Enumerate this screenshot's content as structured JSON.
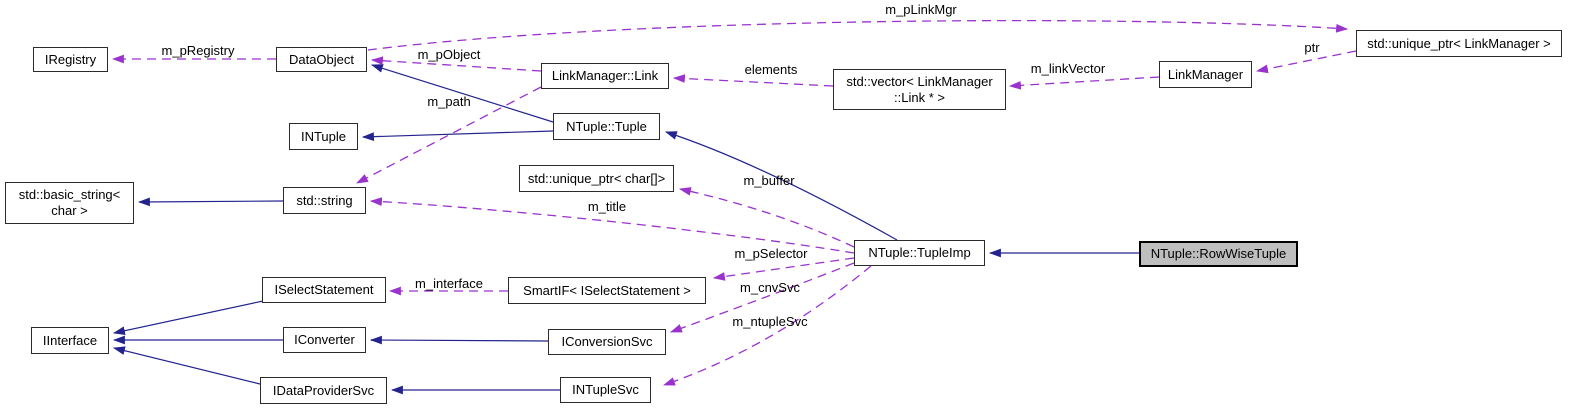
{
  "diagram_type": "doxygen-collaboration-graph",
  "colors": {
    "inheritance_edge": "#24248f",
    "usage_edge": "#9a32cd",
    "node_fill": "#ffffff",
    "focus_node_fill": "#bebebe",
    "node_border": "#000000",
    "background": "#ffffff"
  },
  "nodes": {
    "iregistry": {
      "label": "IRegistry"
    },
    "dataobject": {
      "label": "DataObject"
    },
    "linkmanager_link": {
      "label": "LinkManager::Link"
    },
    "vector_link": {
      "line1": "std::vector< LinkManager",
      "line2": "::Link * >"
    },
    "linkmanager": {
      "label": "LinkManager"
    },
    "uptr_linkmanager": {
      "label": "std::unique_ptr< LinkManager >"
    },
    "intuple": {
      "label": "INTuple"
    },
    "ntuple_tuple": {
      "label": "NTuple::Tuple"
    },
    "uptr_char": {
      "label": "std::unique_ptr< char[]>"
    },
    "basic_string": {
      "line1": "std::basic_string<",
      "line2": "char >"
    },
    "std_string": {
      "label": "std::string"
    },
    "ntuple_tupleimp": {
      "label": "NTuple::TupleImp"
    },
    "ntuple_rowwisetuple": {
      "label": "NTuple::RowWiseTuple"
    },
    "iselectstatement": {
      "label": "ISelectStatement"
    },
    "smartif": {
      "label": "SmartIF< ISelectStatement >"
    },
    "iinterface": {
      "label": "IInterface"
    },
    "iconverter": {
      "label": "IConverter"
    },
    "iconversionsvc": {
      "label": "IConversionSvc"
    },
    "idataprovidersvc": {
      "label": "IDataProviderSvc"
    },
    "intuplesvc": {
      "label": "INTupleSvc"
    }
  },
  "edges": {
    "m_pRegistry": {
      "label": "m_pRegistry",
      "from": "DataObject",
      "to": "IRegistry",
      "type": "usage"
    },
    "m_pObject": {
      "label": "m_pObject",
      "from": "LinkManager::Link",
      "to": "DataObject",
      "type": "usage"
    },
    "m_path": {
      "label": "m_path",
      "from": "LinkManager::Link",
      "to": "std::string",
      "type": "usage"
    },
    "elements": {
      "label": "elements",
      "from": "std::vector< LinkManager::Link * >",
      "to": "LinkManager::Link",
      "type": "usage"
    },
    "m_linkVector": {
      "label": "m_linkVector",
      "from": "LinkManager",
      "to": "std::vector< LinkManager::Link * >",
      "type": "usage"
    },
    "ptr": {
      "label": "ptr",
      "from": "std::unique_ptr< LinkManager >",
      "to": "LinkManager",
      "type": "usage"
    },
    "m_pLinkMgr": {
      "label": "m_pLinkMgr",
      "from": "DataObject",
      "to": "std::unique_ptr< LinkManager >",
      "type": "usage"
    },
    "m_buffer": {
      "label": "m_buffer",
      "from": "NTuple::TupleImp",
      "to": "std::unique_ptr< char[]>",
      "type": "usage"
    },
    "m_title": {
      "label": "m_title",
      "from": "NTuple::TupleImp",
      "to": "std::string",
      "type": "usage"
    },
    "m_pSelector": {
      "label": "m_pSelector",
      "from": "NTuple::TupleImp",
      "to": "SmartIF< ISelectStatement >",
      "type": "usage"
    },
    "m_cnvSvc": {
      "label": "m_cnvSvc",
      "from": "NTuple::TupleImp",
      "to": "IConversionSvc",
      "type": "usage"
    },
    "m_ntupleSvc": {
      "label": "m_ntupleSvc",
      "from": "NTuple::TupleImp",
      "to": "INTupleSvc",
      "type": "usage"
    },
    "m_interface": {
      "label": "m_interface",
      "from": "SmartIF< ISelectStatement >",
      "to": "ISelectStatement",
      "type": "usage"
    }
  },
  "inheritance_edges": [
    {
      "from": "NTuple::Tuple",
      "to": "DataObject"
    },
    {
      "from": "NTuple::Tuple",
      "to": "INTuple"
    },
    {
      "from": "NTuple::TupleImp",
      "to": "NTuple::Tuple"
    },
    {
      "from": "std::string",
      "to": "std::basic_string< char >"
    },
    {
      "from": "ISelectStatement",
      "to": "IInterface"
    },
    {
      "from": "IConverter",
      "to": "IInterface"
    },
    {
      "from": "IDataProviderSvc",
      "to": "IInterface"
    },
    {
      "from": "NTuple::RowWiseTuple",
      "to": "NTuple::TupleImp"
    },
    {
      "from": "IConversionSvc",
      "to": "IConverter"
    },
    {
      "from": "INTupleSvc",
      "to": "IDataProviderSvc"
    }
  ]
}
